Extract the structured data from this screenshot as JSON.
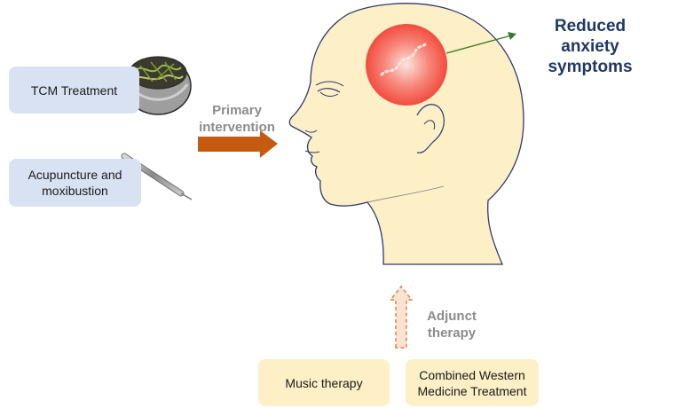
{
  "interventions": {
    "tcm": "TCM Treatment",
    "acupuncture": "Acupuncture and\nmoxibustion"
  },
  "primary_label": "Primary\nintervention",
  "adjunct_label": "Adjunct\ntherapy",
  "outcome": "Reduced anxiety\nsymptoms",
  "adjuncts": {
    "music": "Music therapy",
    "western": "Combined Western\nMedicine Treatment"
  },
  "colors": {
    "blue_box": "#d9e2f3",
    "cream_box": "#fdefc6",
    "primary_arrow": "#c55a11",
    "outcome_text": "#1f3864",
    "head_fill": "#fdefc6",
    "head_outline": "#2e3b6e",
    "brain_glow": "#f4584a"
  }
}
